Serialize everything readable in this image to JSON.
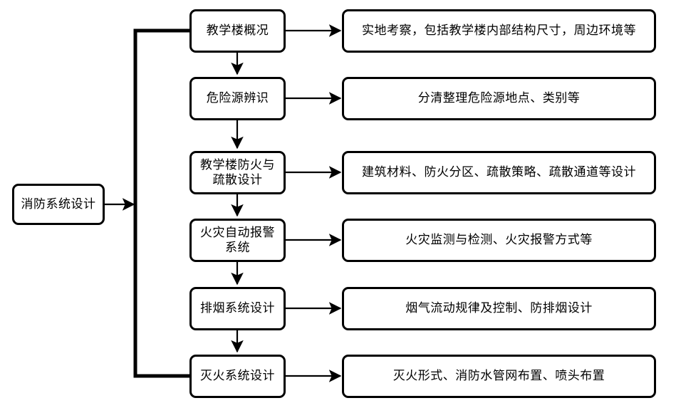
{
  "diagram": {
    "title_node": {
      "label": "消防系统设计"
    },
    "stages": [
      {
        "label": "教学楼概况"
      },
      {
        "label": "危险源辨识"
      },
      {
        "label": "教学楼防火与\n疏散设计"
      },
      {
        "label": "火灾自动报警\n系统"
      },
      {
        "label": "排烟系统设计"
      },
      {
        "label": "灭火系统设计"
      }
    ],
    "details": [
      {
        "label": "实地考察，包括教学楼内部结构尺寸，周边环境等"
      },
      {
        "label": "分清整理危险源地点、类别等"
      },
      {
        "label": "建筑材料、防火分区、疏散策略、疏散通道等设计"
      },
      {
        "label": "火灾监测与检测、火灾报警方式等"
      },
      {
        "label": "烟气流动规律及控制、防排烟设计"
      },
      {
        "label": "灭火形式、消防水管网布置、喷头布置"
      }
    ],
    "colors": {
      "stroke": "#000000",
      "fill": "#ffffff",
      "background": "#ffffff"
    }
  }
}
